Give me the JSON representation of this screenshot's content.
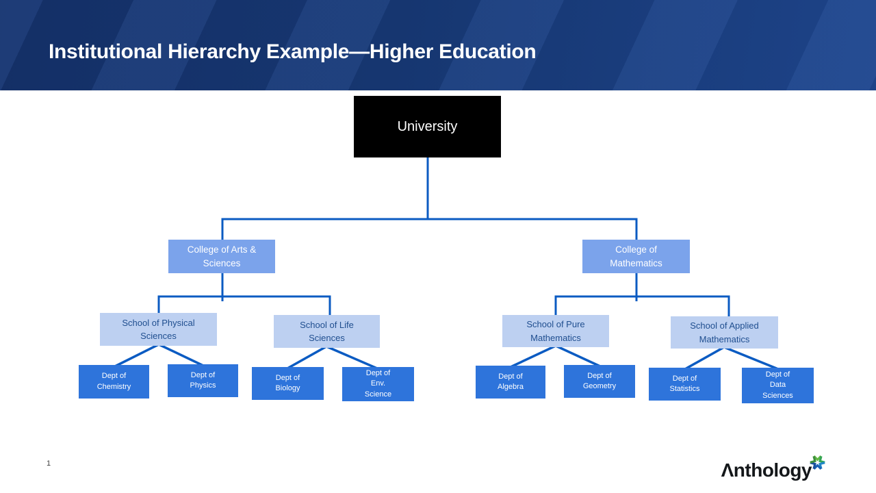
{
  "header": {
    "title": "Institutional Hierarchy Example—Higher Education",
    "colors": {
      "banner_dark": "#142F66",
      "banner_light": "#1D4388",
      "title_text": "#FFFFFF"
    }
  },
  "org_chart": {
    "root": {
      "label": "University"
    },
    "colleges": [
      {
        "label": "College of Arts &\nSciences"
      },
      {
        "label": "College of\nMathematics"
      }
    ],
    "schools": [
      {
        "label": "School of Physical\nSciences"
      },
      {
        "label": "School of Life\nSciences"
      },
      {
        "label": "School of Pure\nMathematics"
      },
      {
        "label": "School of Applied\nMathematics"
      }
    ],
    "departments": [
      {
        "label": "Dept of\nChemistry"
      },
      {
        "label": "Dept of\nPhysics"
      },
      {
        "label": "Dept of\nBiology"
      },
      {
        "label": "Dept of\nEnv.\nScience"
      },
      {
        "label": "Dept of\nAlgebra"
      },
      {
        "label": "Dept of\nGeometry"
      },
      {
        "label": "Dept of\nStatistics"
      },
      {
        "label": "Dept of\nData\nSciences"
      }
    ],
    "colors": {
      "root_fill": "#000000",
      "root_text": "#FFFFFF",
      "college_fill": "#7BA3EB",
      "college_text": "#FFFFFF",
      "school_fill": "#BDD0F1",
      "school_text": "#1F4E8F",
      "dept_fill": "#2E74DB",
      "dept_text": "#FFFFFF",
      "connector": "#0B5BC2"
    }
  },
  "footer": {
    "page_number": "1",
    "logo_wordmark": "Λnthology",
    "logo_mark_icon": "anthology-starburst",
    "logo_mark_colors": [
      "#3E8E3E",
      "#63B945",
      "#35A554",
      "#2186C6",
      "#1960B5",
      "#174F9E"
    ]
  }
}
